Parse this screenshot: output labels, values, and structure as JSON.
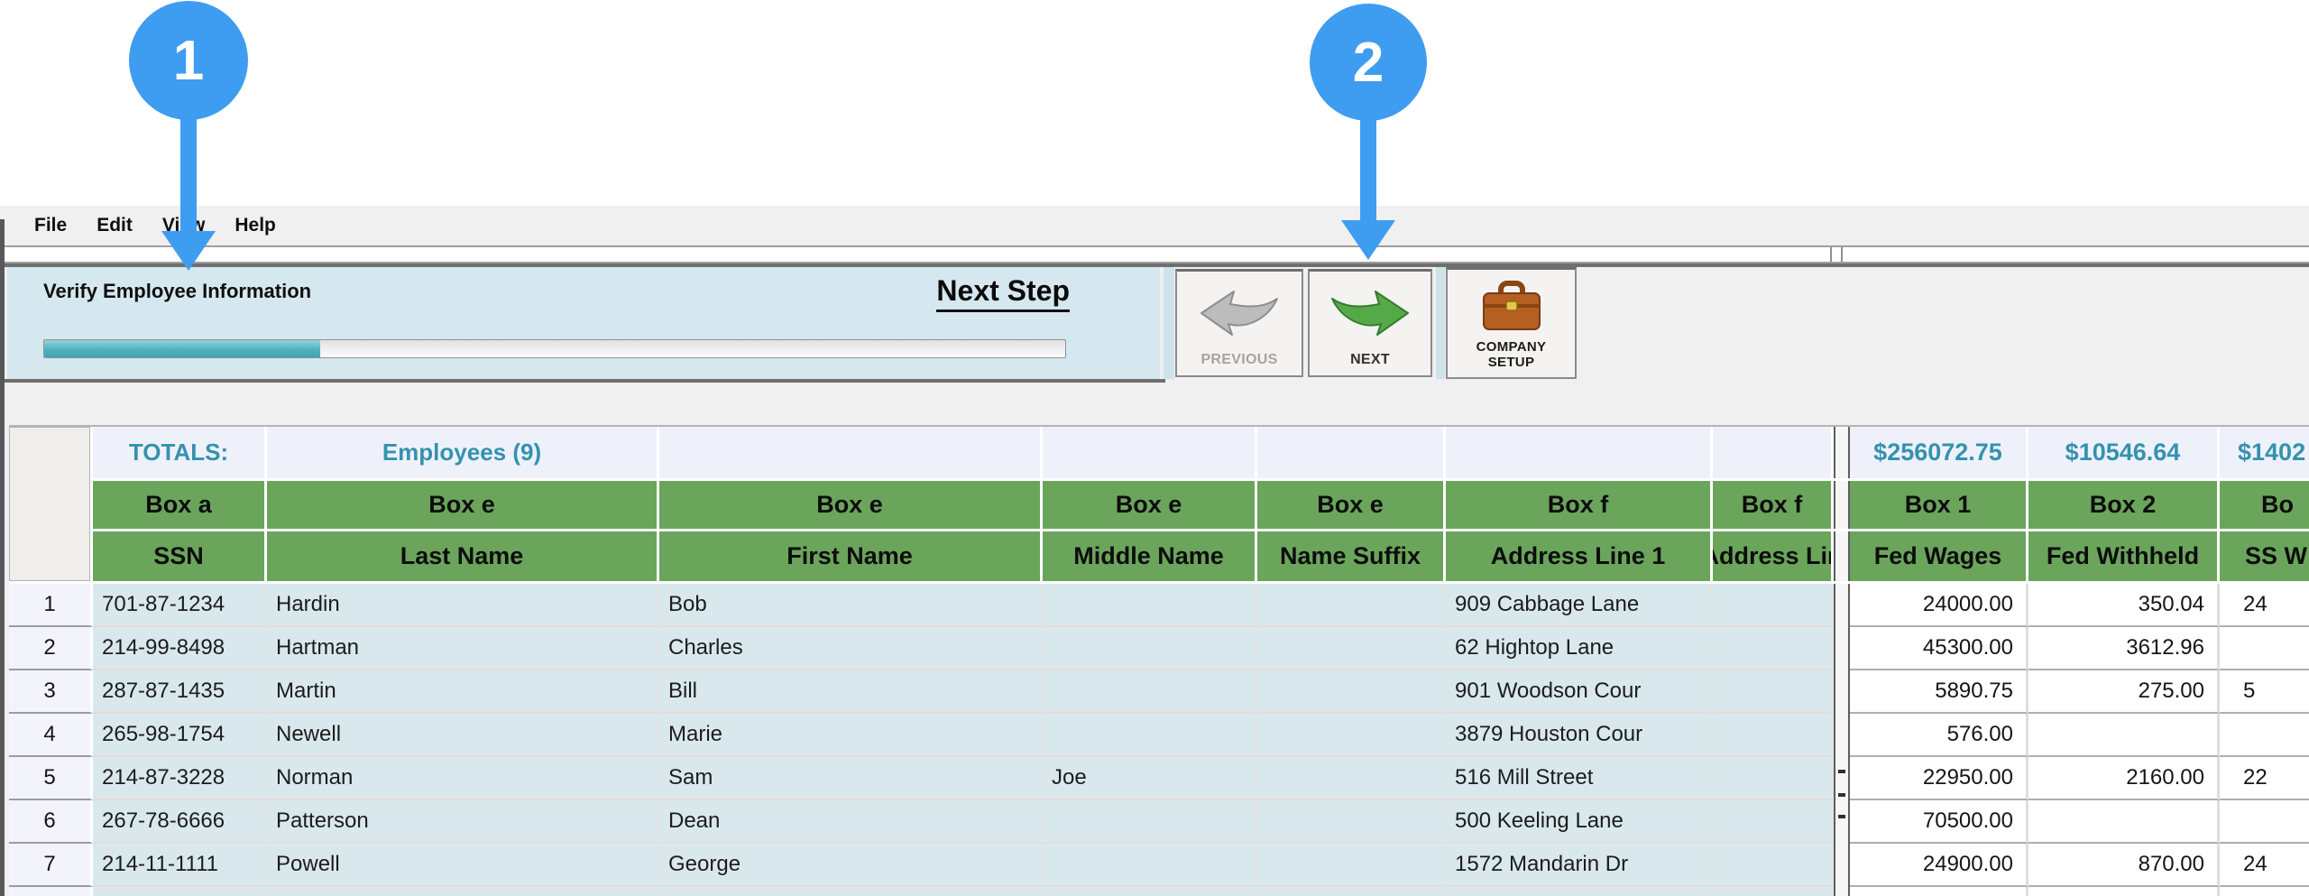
{
  "colors": {
    "accent_blue": "#3e9df1",
    "header_green": "#6aa55b",
    "teal": "#3492ae",
    "panel_blue": "#d6e8ef",
    "progress_teal": "#4fb2c1"
  },
  "callouts": [
    {
      "label": "1"
    },
    {
      "label": "2"
    }
  ],
  "menu": {
    "items": [
      "File",
      "Edit",
      "View",
      "Help"
    ]
  },
  "toolbar": {
    "title": "Verify Employee Information",
    "next_step": "Next Step",
    "progress_percent": 27,
    "buttons": [
      {
        "label": "PREVIOUS"
      },
      {
        "label": "NEXT"
      },
      {
        "label": "COMPANY SETUP"
      }
    ]
  },
  "table": {
    "totals_label": "TOTALS:",
    "employees_label": "Employees (9)",
    "money_totals": [
      "$256072.75",
      "$10546.64",
      "$1402"
    ],
    "box_row": [
      "Box a",
      "Box e",
      "Box e",
      "Box e",
      "Box e",
      "Box f",
      "Box f",
      "Box 1",
      "Box 2",
      "Bo"
    ],
    "field_row": [
      "SSN",
      "Last Name",
      "First Name",
      "Middle Name",
      "Name Suffix",
      "Address Line 1",
      "Address Lin",
      "Fed Wages",
      "Fed Withheld",
      "SS W"
    ],
    "rows": [
      {
        "num": "1",
        "ssn": "701-87-1234",
        "last": "Hardin",
        "first": "Bob",
        "middle": "",
        "suffix": "",
        "addr1": "909 Cabbage Lane",
        "addr2": "",
        "fed_wages": "24000.00",
        "fed_withheld": "350.04",
        "ss_wages": "24"
      },
      {
        "num": "2",
        "ssn": "214-99-8498",
        "last": "Hartman",
        "first": "Charles",
        "middle": "",
        "suffix": "",
        "addr1": "62 Hightop Lane",
        "addr2": "",
        "fed_wages": "45300.00",
        "fed_withheld": "3612.96",
        "ss_wages": ""
      },
      {
        "num": "3",
        "ssn": "287-87-1435",
        "last": "Martin",
        "first": "Bill",
        "middle": "",
        "suffix": "",
        "addr1": "901 Woodson Cour",
        "addr2": "",
        "fed_wages": "5890.75",
        "fed_withheld": "275.00",
        "ss_wages": "5"
      },
      {
        "num": "4",
        "ssn": "265-98-1754",
        "last": "Newell",
        "first": "Marie",
        "middle": "",
        "suffix": "",
        "addr1": "3879 Houston Cour",
        "addr2": "",
        "fed_wages": "576.00",
        "fed_withheld": "",
        "ss_wages": ""
      },
      {
        "num": "5",
        "ssn": "214-87-3228",
        "last": "Norman",
        "first": "Sam",
        "middle": "Joe",
        "suffix": "",
        "addr1": "516 Mill Street",
        "addr2": "",
        "fed_wages": "22950.00",
        "fed_withheld": "2160.00",
        "ss_wages": "22"
      },
      {
        "num": "6",
        "ssn": "267-78-6666",
        "last": "Patterson",
        "first": "Dean",
        "middle": "",
        "suffix": "",
        "addr1": "500 Keeling Lane",
        "addr2": "",
        "fed_wages": "70500.00",
        "fed_withheld": "",
        "ss_wages": ""
      },
      {
        "num": "7",
        "ssn": "214-11-1111",
        "last": "Powell",
        "first": "George",
        "middle": "",
        "suffix": "",
        "addr1": "1572 Mandarin Dr",
        "addr2": "",
        "fed_wages": "24900.00",
        "fed_withheld": "870.00",
        "ss_wages": "24"
      },
      {
        "num": "",
        "ssn": "",
        "last": "",
        "first": "",
        "middle": "",
        "suffix": "",
        "addr1": "",
        "addr2": "",
        "fed_wages": "",
        "fed_withheld": "",
        "ss_wages": ""
      }
    ]
  }
}
